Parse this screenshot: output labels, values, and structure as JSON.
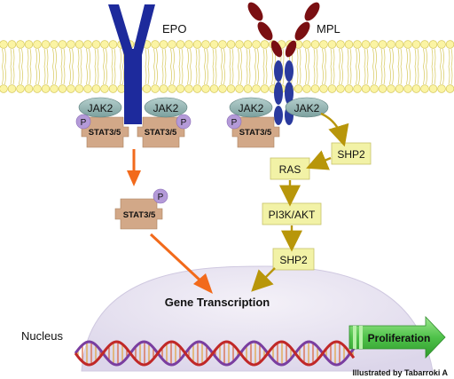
{
  "receptors": {
    "epo": "EPO",
    "mpl": "MPL"
  },
  "jak_labels": {
    "epo_left": "JAK2",
    "epo_right": "JAK2",
    "mpl_left": "JAK2",
    "mpl_right": "JAK2"
  },
  "p_labels": {
    "epo_left": "P",
    "epo_right": "P",
    "mpl_left": "P",
    "stat_free": "P"
  },
  "stat_labels": {
    "epo_left": "STAT3/5",
    "epo_right": "STAT3/5",
    "mpl_left": "STAT3/5",
    "free": "STAT3/5"
  },
  "pathway": {
    "shp2_top": "SHP2",
    "ras": "RAS",
    "pi3k": "PI3K/AKT",
    "shp2_bottom": "SHP2"
  },
  "nucleus": {
    "label": "Nucleus",
    "gene_transcription": "Gene Transcription"
  },
  "outcome": {
    "proliferation": "Proliferation"
  },
  "credit": "Illustrated by Tabarroki A",
  "colors": {
    "membrane_head": "#fbf4a4",
    "membrane_head_stroke": "#d6c85a",
    "epo_receptor": "#1d2a9c",
    "mpl_receptor": "#7a0f12",
    "mpl_stem": "#2a3a9e",
    "jak": "#8fb2b0",
    "p_circle": "#b49ad8",
    "stat": "#d2a888",
    "pathway_box": "#f2f2a6",
    "pathway_arrow": "#b8960a",
    "orange_arrow": "#f26a1b",
    "nucleus": "#e8e4f0",
    "proliferation": "#4fc24a",
    "dna_red": "#c02828",
    "dna_purple": "#7a3ea0"
  }
}
